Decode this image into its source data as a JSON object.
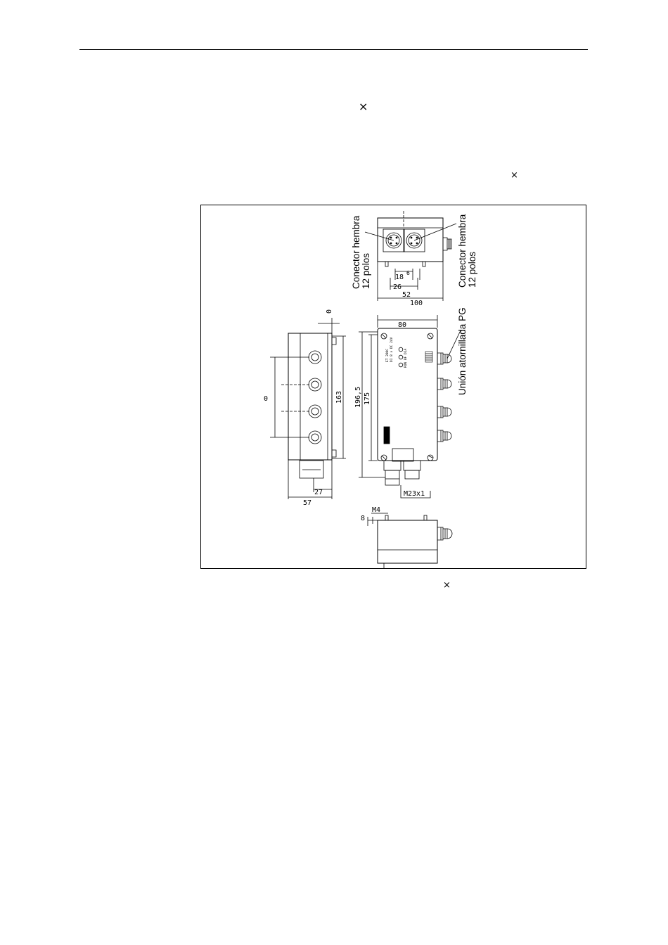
{
  "page": {
    "times_glyph": "×"
  },
  "labels": {
    "connector_left_1": "Conector hembra",
    "connector_left_2": "12 polos",
    "connector_right_1": "Conector hembra",
    "connector_right_2": "12 polos",
    "pg_gland": "Unión atornillada PG"
  },
  "dimensions": {
    "d18": "18",
    "d6": "6",
    "d26": "26",
    "d52": "52",
    "d100": "100",
    "d80": "80",
    "d196_5": "196,5",
    "d175": "175",
    "d163": "163",
    "d0_top": "0",
    "d0_left": "0",
    "d27": "27",
    "d57": "57",
    "thread": "M23x1",
    "m4": "M4",
    "d8": "8"
  },
  "panel_text": {
    "line1": "ET 200C",
    "line2": "DI 8 x DC 24V",
    "led_labels": "RUN BF DIA"
  }
}
